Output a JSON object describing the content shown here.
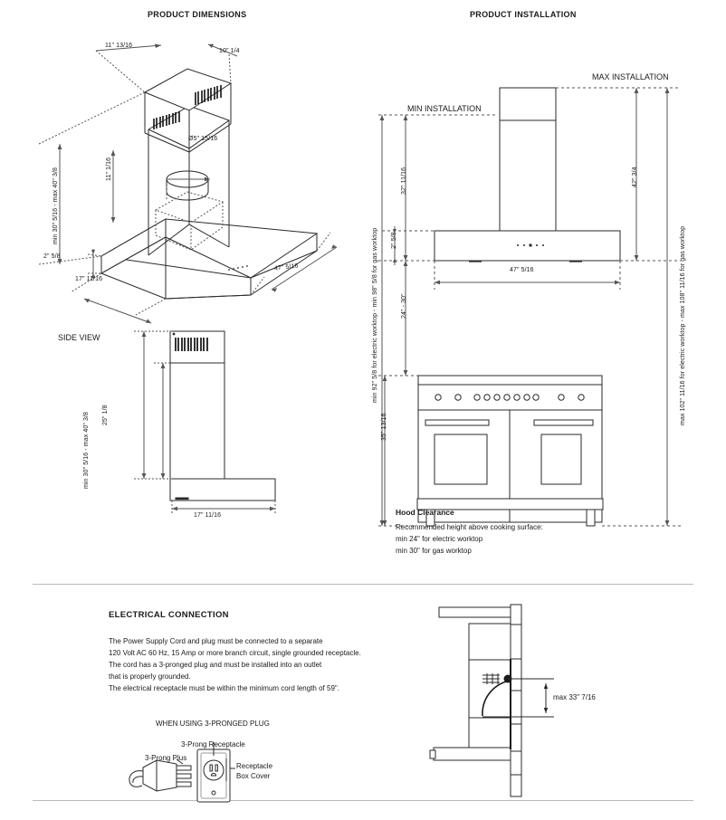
{
  "document": {
    "type": "appliance-installation-spec-sheet",
    "product": "wall-mount range hood"
  },
  "sections": {
    "product_dimensions": {
      "title": "PRODUCT DIMENSIONS",
      "labels": {
        "top_left_depth": "11\" 13/16",
        "top_right_width": "10\" 1/4",
        "overall_height": "min 30\" 5/16 - max 40\" 3/8",
        "chimney_height": "11\" 1/16",
        "duct_diameter": "Ø5\" 15/16",
        "canopy_height": "2\" 5/8",
        "canopy_depth": "17\" 11/16",
        "canopy_width": "47\" 5/16"
      },
      "side_view": {
        "title": "SIDE VIEW",
        "overall_height": "min 30\" 5/16 - max 40\" 3/8",
        "body_height": "25\" 1/8",
        "depth": "17\" 11/16"
      }
    },
    "product_installation": {
      "title": "PRODUCT INSTALLATION",
      "labels": {
        "min_installation": "MIN INSTALLATION",
        "max_installation": "MAX INSTALLATION",
        "min_chimney": "32\" 11/16",
        "max_chimney": "42\" 3/4",
        "canopy_height": "2\" 5/8",
        "clearance_range": "24\" - 30\"",
        "range_height": "35\" 13/16",
        "hood_width": "47\" 5/16",
        "min_total": "min 92\" 5/8 for electric worktop - min 98\" 5/8 for gas worktop",
        "max_total": "max 102\" 11/16 for electric worktop - max 108\" 11/16 for gas worktop"
      },
      "hood_clearance": {
        "heading": "Hood Clearance",
        "lines": [
          "Recommended height above cooking surface:",
          "min 24\" for electric worktop",
          "min 30\" for gas worktop"
        ]
      }
    },
    "electrical_connection": {
      "title": "ELECTRICAL CONNECTION",
      "body_lines": [
        "The Power Supply Cord and plug must be connected to a separate",
        "120 Volt AC 60 Hz, 15 Amp or more branch circuit, single grounded receptacle.",
        "The cord has a 3-pronged plug and must be installed into an outlet",
        "that is properly grounded.",
        "The electrical receptacle must be within the minimum cord length of 59\"."
      ],
      "plug_diagram": {
        "title": "WHEN USING 3-PRONGED PLUG",
        "plug_label": "3-Prong Plus",
        "receptacle_label": "3-Prong Receptacle",
        "box_cover_label_line1": "Receptacle",
        "box_cover_label_line2": "Box Cover"
      },
      "wall_diagram": {
        "cord_height": "max 33\" 7/16"
      }
    }
  },
  "colors": {
    "ink": "#1a1a1a",
    "line": "#2a2a2a",
    "dash": "#555555",
    "rule": "#b9b9b9",
    "paper": "#ffffff"
  }
}
